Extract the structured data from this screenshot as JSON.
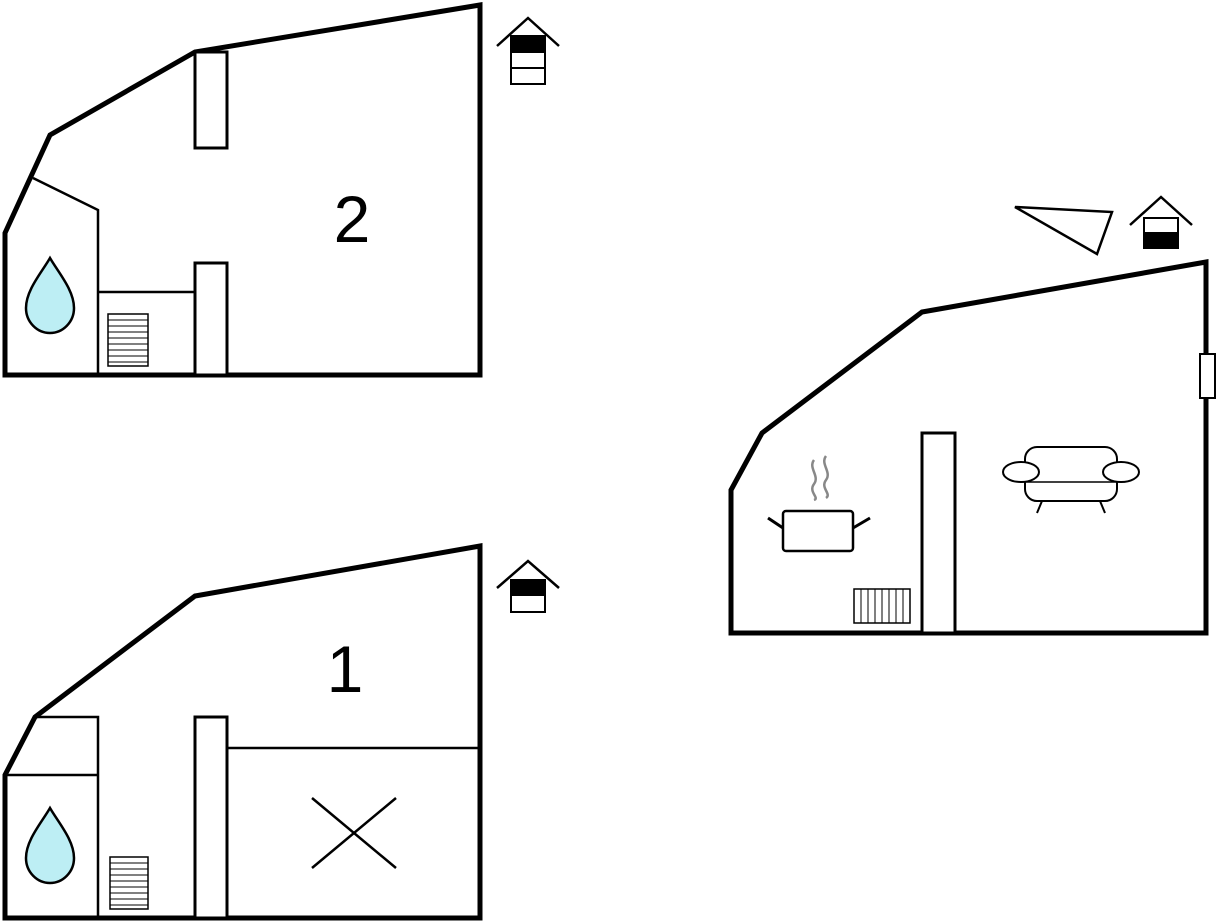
{
  "floors": [
    {
      "id": "upper",
      "label": "2"
    },
    {
      "id": "ground",
      "label": "1"
    },
    {
      "id": "basement",
      "label": ""
    }
  ],
  "colors": {
    "water": "#bdeef4",
    "wall": "#000000",
    "background": "#ffffff",
    "steam": "#888888"
  },
  "icons": [
    "house-level-icon",
    "water-drop-icon",
    "radiator-icon",
    "cooking-pot-icon",
    "sofa-icon",
    "bed-cross-icon",
    "window-icon",
    "compass-triangle-icon"
  ]
}
